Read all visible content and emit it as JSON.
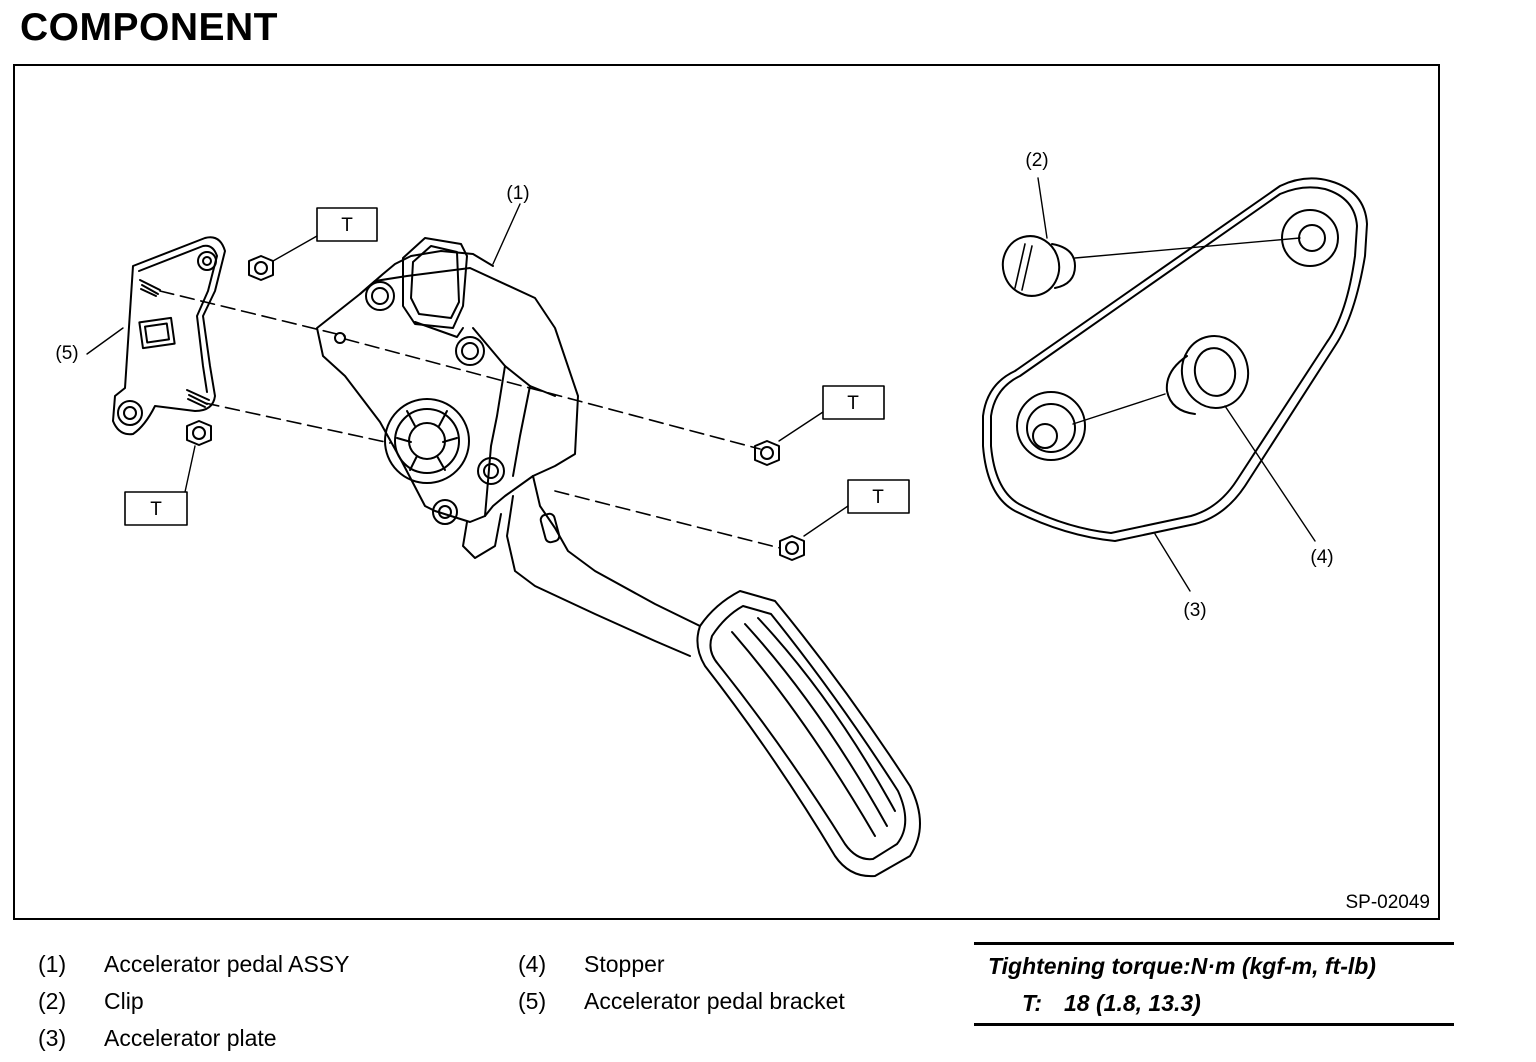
{
  "page": {
    "heading": "COMPONENT"
  },
  "figure": {
    "id": "SP-02049",
    "callouts": [
      "(1)",
      "(2)",
      "(3)",
      "(4)",
      "(5)"
    ],
    "torque_marker": "T"
  },
  "legend": {
    "col1": [
      {
        "num": "(1)",
        "text": "Accelerator pedal ASSY"
      },
      {
        "num": "(2)",
        "text": "Clip"
      },
      {
        "num": "(3)",
        "text": "Accelerator plate"
      }
    ],
    "col2": [
      {
        "num": "(4)",
        "text": "Stopper"
      },
      {
        "num": "(5)",
        "text": "Accelerator pedal bracket"
      }
    ]
  },
  "torque": {
    "heading": "Tightening torque:N·m (kgf-m, ft-lb)",
    "label": "T:",
    "value": "18 (1.8, 13.3)"
  }
}
